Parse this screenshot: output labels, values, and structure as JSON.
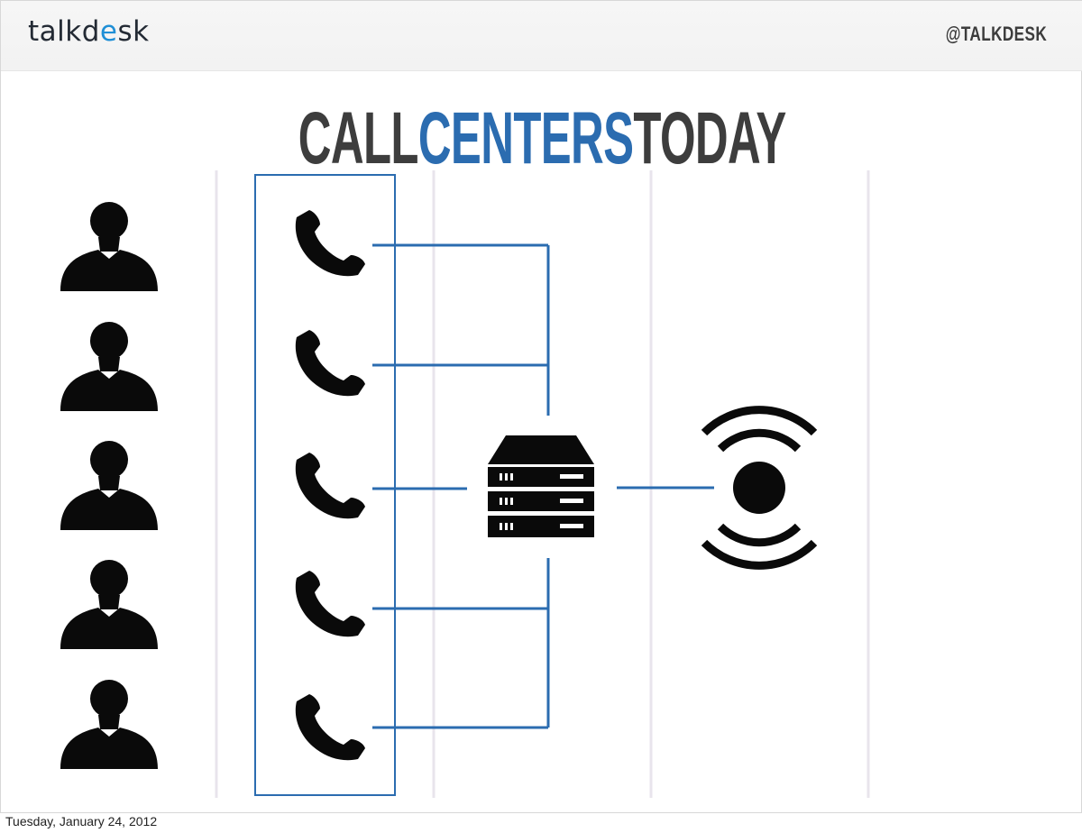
{
  "header": {
    "logo_part1": "talkd",
    "logo_part2": "e",
    "logo_part3": "sk",
    "handle": "@TALKDESK"
  },
  "title": {
    "part1": "CALL",
    "part2": "CENTERS",
    "part3": "TODAY"
  },
  "footer": {
    "date": "Tuesday, January 24, 2012"
  },
  "colors": {
    "accent_blue": "#2b6cb0",
    "logo_blue": "#1f8fd6",
    "icon_black": "#0a0a0a",
    "divider": "#e8e4ec"
  },
  "diagram": {
    "agents": [
      "person-icon",
      "person-icon",
      "person-icon",
      "person-icon",
      "person-icon"
    ],
    "phones": [
      "phone-icon",
      "phone-icon",
      "phone-icon",
      "phone-icon",
      "phone-icon"
    ],
    "hub": "server-icon",
    "endpoint": "broadcast-icon"
  }
}
